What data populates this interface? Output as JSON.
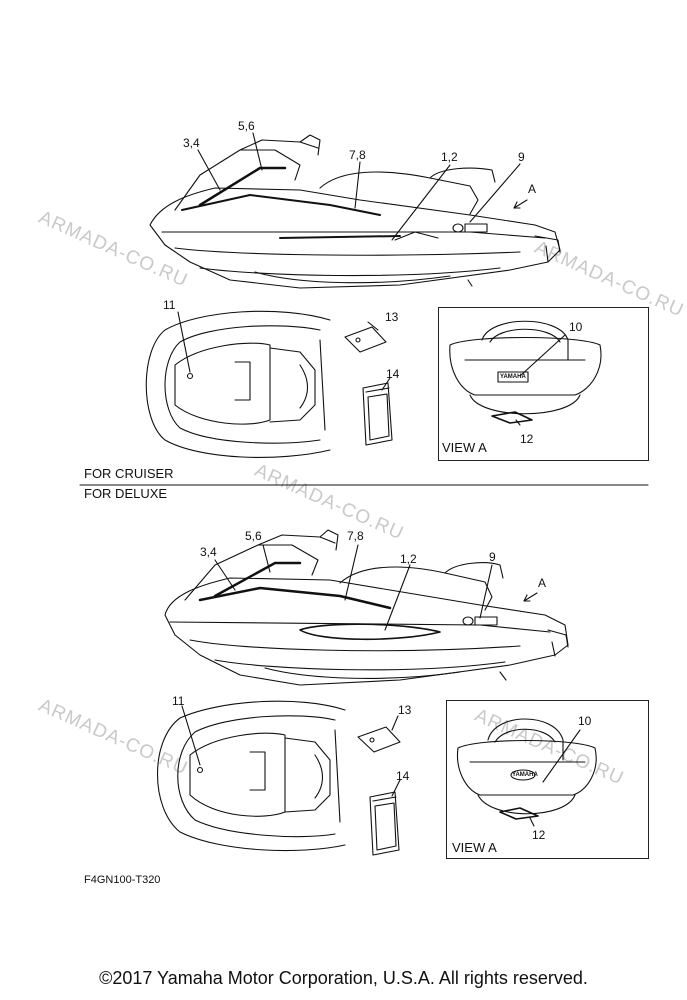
{
  "watermark": "ARMADA-CO.RU",
  "sections": {
    "cruiser": "FOR CRUISER",
    "deluxe": "FOR DELUXE"
  },
  "view_label": "VIEW A",
  "arrow_label": "A",
  "callouts": {
    "c34": "3,4",
    "c56": "5,6",
    "c78": "7,8",
    "c12": "1,2",
    "c9": "9",
    "c10": "10",
    "c11": "11",
    "c12b": "12",
    "c13": "13",
    "c14": "14"
  },
  "drawing_code": "F4GN100-T320",
  "copyright": "©2017 Yamaha Motor Corporation, U.S.A. All rights reserved.",
  "decal_text": "YAMAHA"
}
